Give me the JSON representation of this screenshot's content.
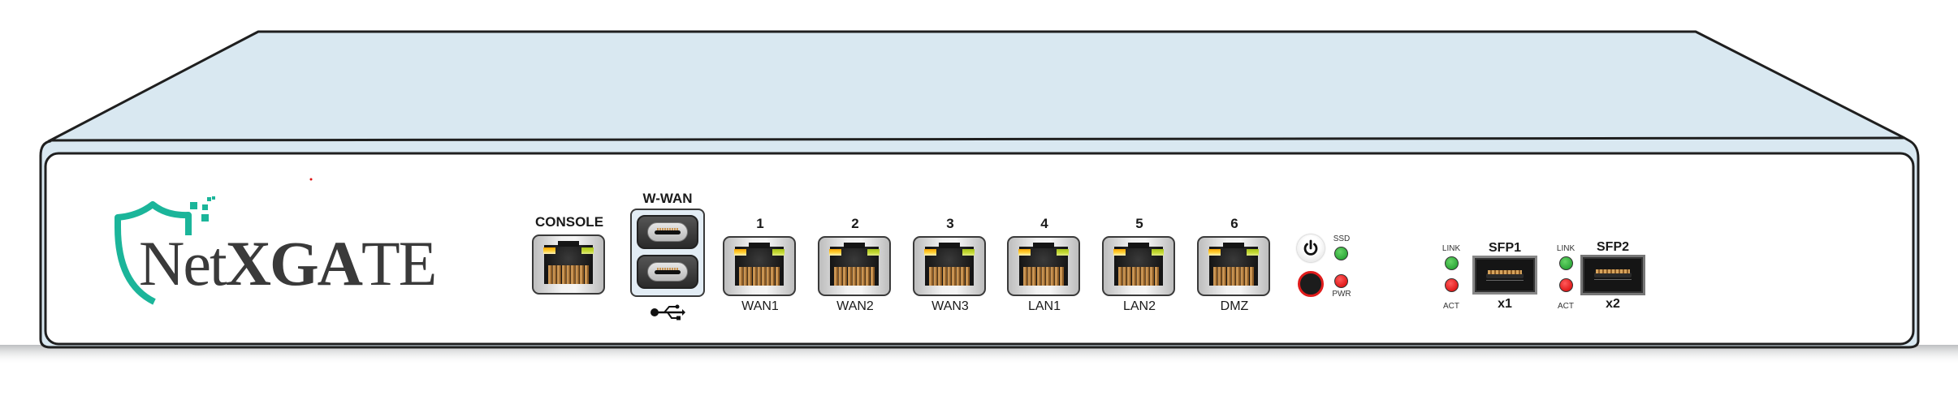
{
  "device": {
    "brand": {
      "name_prefix": "Net",
      "name_bold": "XGA",
      "name_suffix": "TE",
      "full_name": "NetXGATE",
      "logo_icon": "shield-icon",
      "accent_color": "#1bb59a"
    },
    "colors": {
      "chassis_lid": "#d9e8f1",
      "front_panel": "#ffffff",
      "outline": "#1f1f1f",
      "led_amber": "#f7a400",
      "led_lime": "#b4cc22",
      "led_green": "#3cb44a",
      "led_red": "#e51d1d"
    },
    "console": {
      "label": "CONSOLE",
      "icon": "rj45-port-icon"
    },
    "wwan": {
      "label": "W-WAN",
      "ports": 2,
      "port_icon": "usb-c-port-icon",
      "symbol_icon": "usb-icon"
    },
    "ethernet_ports": [
      {
        "number": "1",
        "name": "WAN1"
      },
      {
        "number": "2",
        "name": "WAN2"
      },
      {
        "number": "3",
        "name": "WAN3"
      },
      {
        "number": "4",
        "name": "LAN1"
      },
      {
        "number": "5",
        "name": "LAN2"
      },
      {
        "number": "6",
        "name": "DMZ"
      }
    ],
    "controls": {
      "power_button_icon": "power-icon",
      "reset_button_icon": "reset-button-icon",
      "ssd_led_label": "SSD",
      "pwr_led_label": "PWR"
    },
    "sfp_ports": [
      {
        "label": "SFP1",
        "multiplier": "x1",
        "link_label": "LINK",
        "act_label": "ACT"
      },
      {
        "label": "SFP2",
        "multiplier": "x2",
        "link_label": "LINK",
        "act_label": "ACT"
      }
    ]
  }
}
